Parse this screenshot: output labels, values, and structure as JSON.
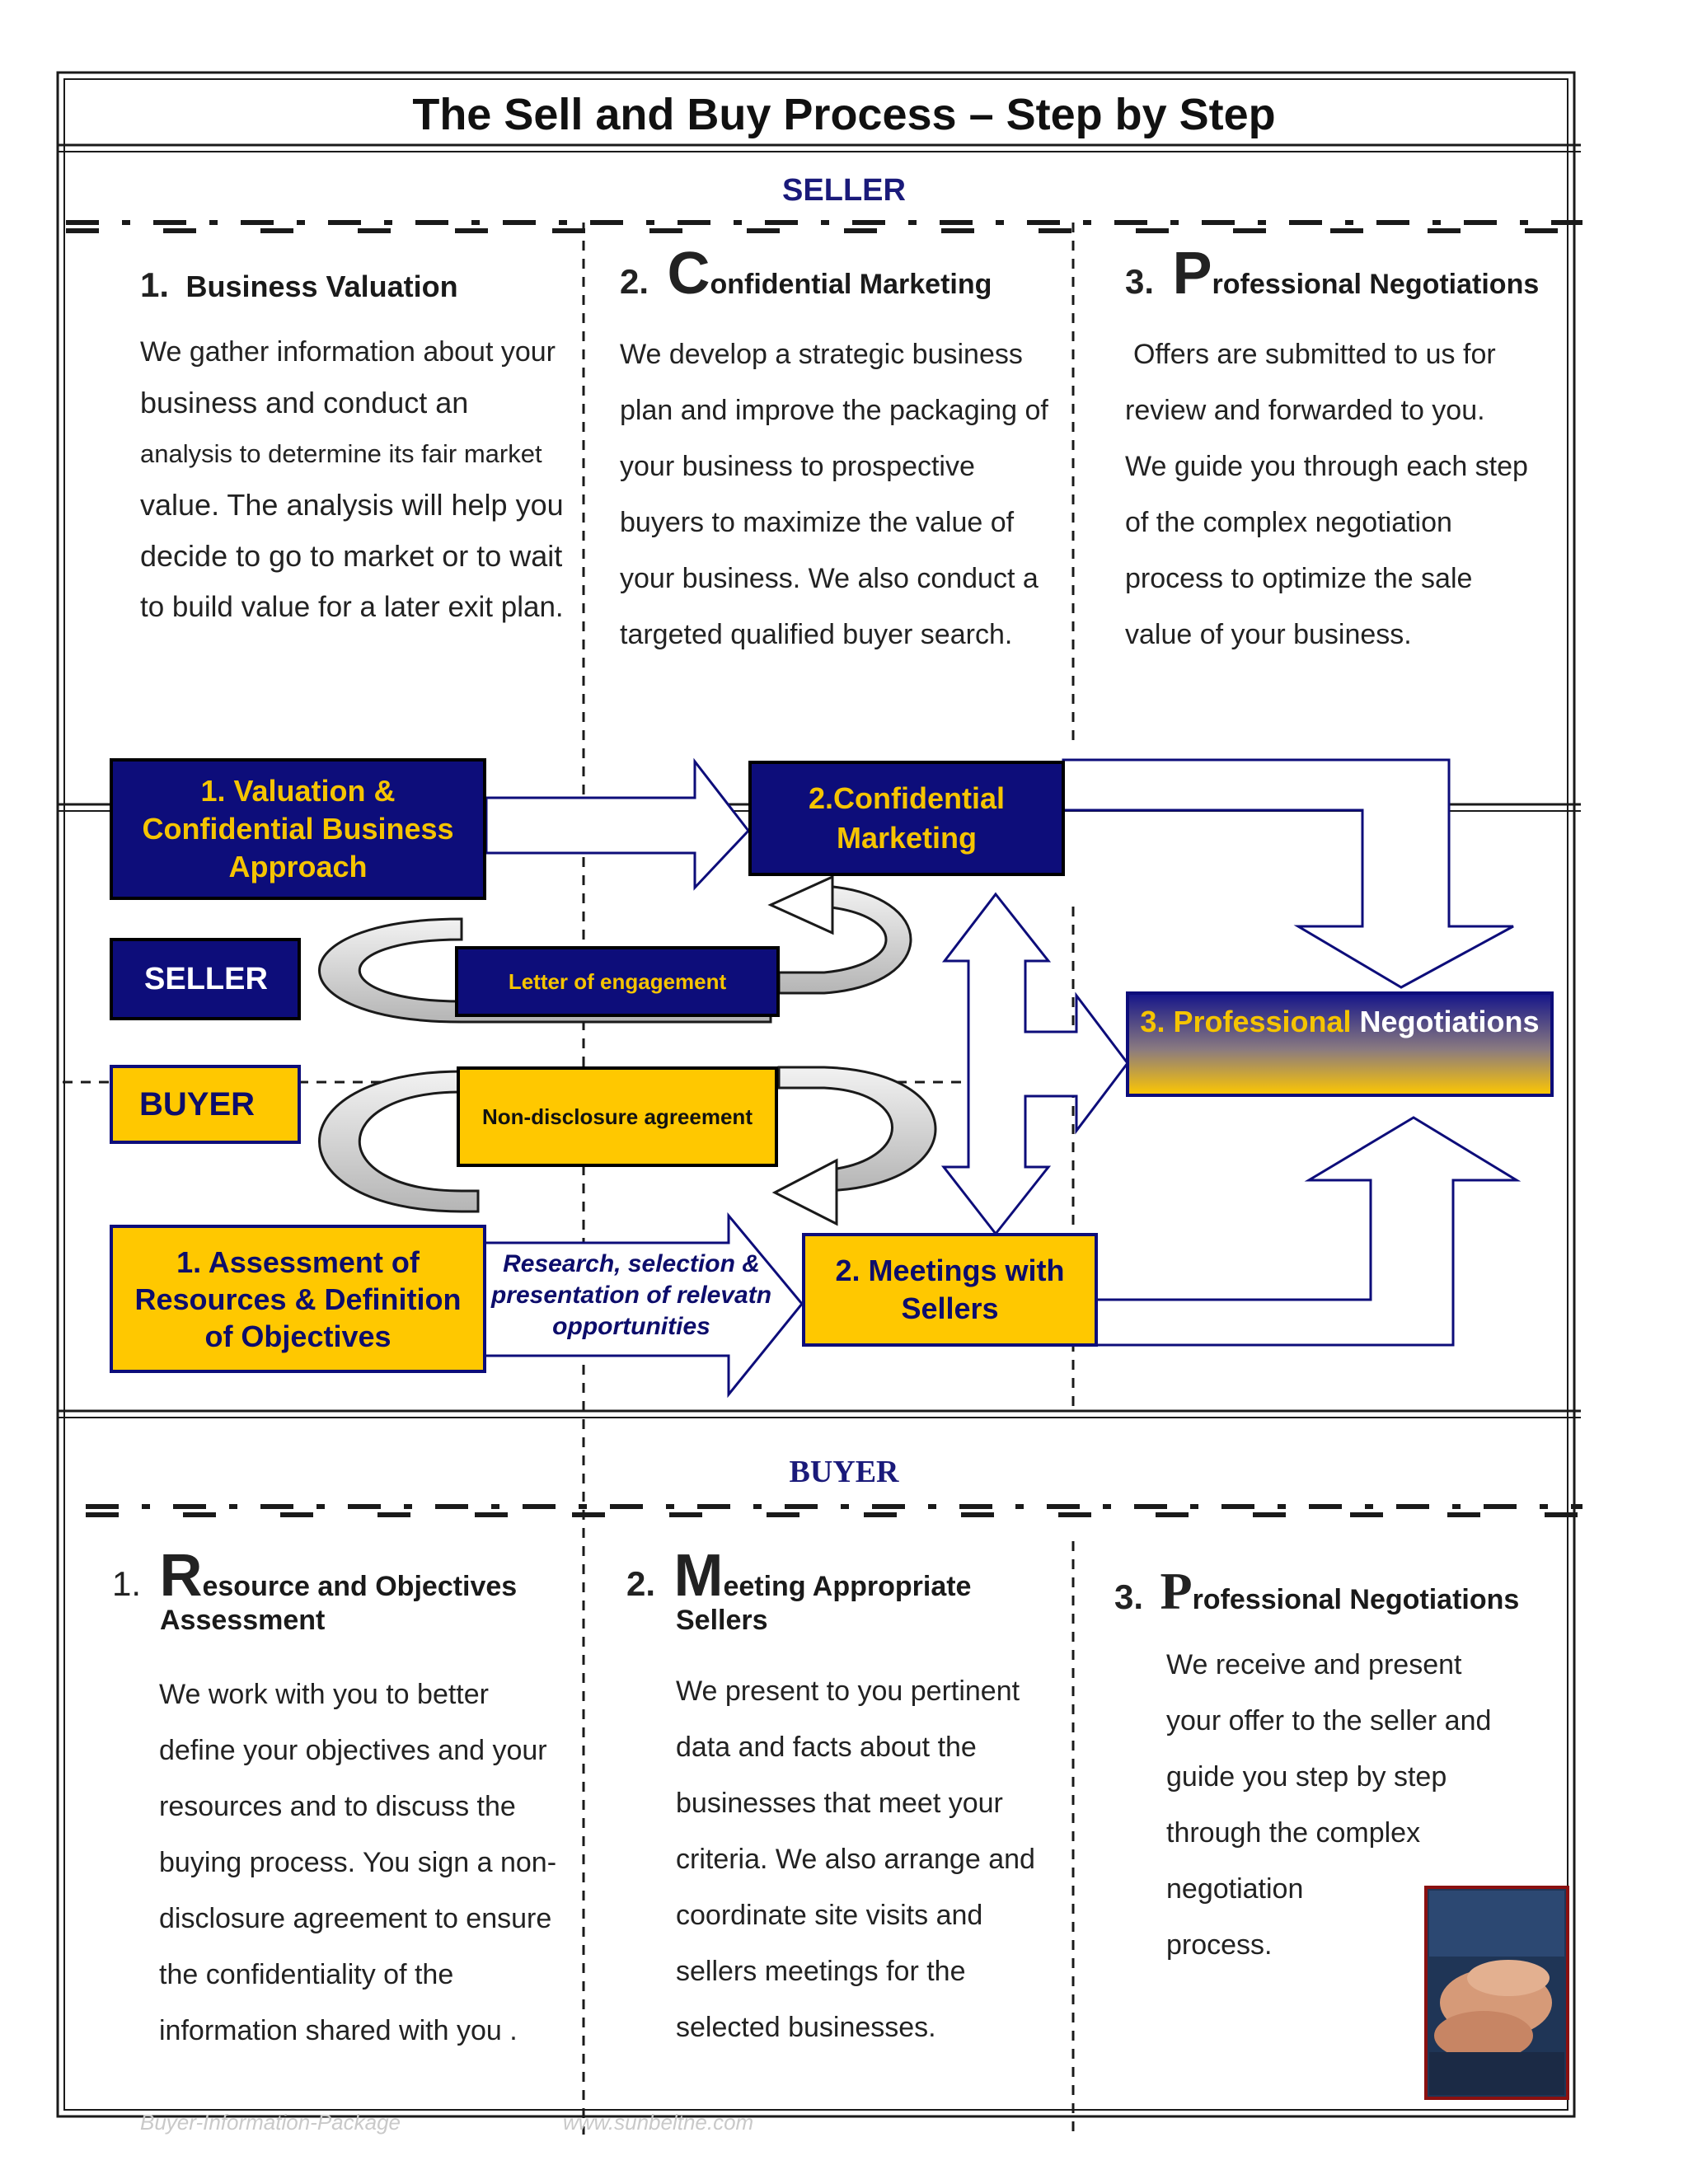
{
  "title": "The Sell and Buy Process – Step by Step",
  "seller_section": {
    "label": "SELLER",
    "steps": [
      {
        "num": "1.",
        "title": "Business Valuation",
        "lines": [
          "We gather information about your",
          "business and conduct an",
          "analysis to determine its fair market",
          "value. The analysis will help you",
          "decide to go to market or to wait",
          "to build value for a later exit plan."
        ]
      },
      {
        "num": "2.",
        "cap": "C",
        "title": "onfidential Marketing",
        "lines": [
          "We develop a strategic business",
          "plan and improve the packaging of",
          "your business to prospective",
          "buyers to maximize the value of",
          "your business. We also conduct a",
          "targeted qualified buyer search."
        ]
      },
      {
        "num": "3.",
        "cap": "P",
        "title": "rofessional Negotiations",
        "lines": [
          "Offers are submitted to us for",
          "review and forwarded to you.",
          "We guide you through each step",
          "of the complex negotiation",
          "process to optimize the sale",
          "value of your business."
        ]
      }
    ]
  },
  "diagram": {
    "valuation_box": [
      "1. Valuation &",
      "Confidential Business",
      "Approach"
    ],
    "confidential_box": [
      "2.Confidential",
      "Marketing"
    ],
    "seller_tag": "SELLER",
    "letter_box": "Letter of engagement",
    "negotiations_box": {
      "part1": "3. Professional",
      "part2": "Negotiations"
    },
    "buyer_tag": "BUYER",
    "nda_box": "Non-disclosure agreement",
    "assessment_box": [
      "1. Assessment of",
      "Resources & Definition",
      "of Objectives"
    ],
    "research_arrow": [
      "Research, selection &",
      "presentation of relevatn",
      "opportunities"
    ],
    "meetings_box": [
      "2. Meetings with",
      "Sellers"
    ]
  },
  "buyer_section": {
    "label": "BUYER",
    "steps": [
      {
        "num": "1.",
        "cap": "R",
        "title": "esource and Objectives",
        "title2": "Assessment",
        "lines": [
          "We work with you to better",
          "define your objectives and your",
          "resources and to discuss the",
          "buying process. You sign a non-",
          "disclosure agreement to ensure",
          "the confidentiality of the",
          "information shared with you ."
        ]
      },
      {
        "num": "2.",
        "cap": "M",
        "title": "eeting Appropriate",
        "title2": "Sellers",
        "lines": [
          "We present to you pertinent",
          "data and facts about the",
          "businesses that meet your",
          "criteria. We also arrange and",
          "coordinate site visits and",
          "sellers meetings for the",
          "selected businesses."
        ]
      },
      {
        "num": "3.",
        "cap": "P",
        "title": "rofessional Negotiations",
        "lines": [
          "We receive and present",
          "your offer to the seller and",
          "guide you step by step",
          "through the complex",
          "negotiation",
          "process."
        ]
      }
    ]
  },
  "footer": {
    "left": "Buyer-Information-Package",
    "right": "www.sunbeltne.com"
  },
  "colors": {
    "navy": "#0d0d7a",
    "gold": "#ffc800",
    "border": "#1a1a1a"
  },
  "icons": {
    "photo": "hands-together-photo"
  }
}
